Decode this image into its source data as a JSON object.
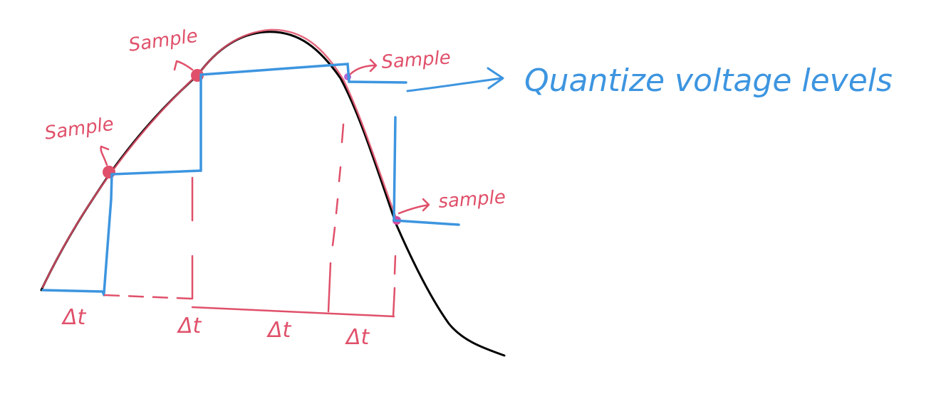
{
  "labels": {
    "sample_top": "Sample",
    "sample_left": "Sample",
    "sample_right_top": "Sample",
    "sample_right_bottom": "sample",
    "quantize": "Quantize voltage levels",
    "dt_1": "Δt",
    "dt_2": "Δt",
    "dt_3": "Δt",
    "dt_4": "Δt"
  },
  "colors": {
    "curve": "#000000",
    "sampling": "#e0506a",
    "quantization": "#3d95e0"
  }
}
